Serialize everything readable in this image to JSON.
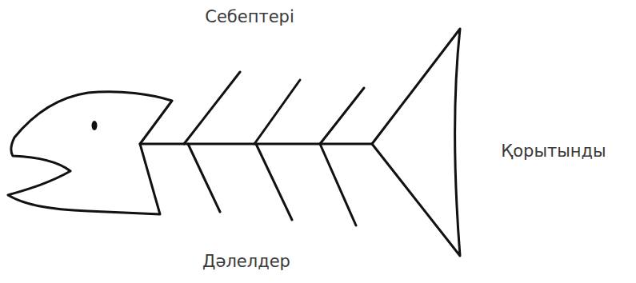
{
  "diagram": {
    "labels": [
      "Себептері",
      "Қорытынды",
      "Дәлелдер"
    ]
  }
}
